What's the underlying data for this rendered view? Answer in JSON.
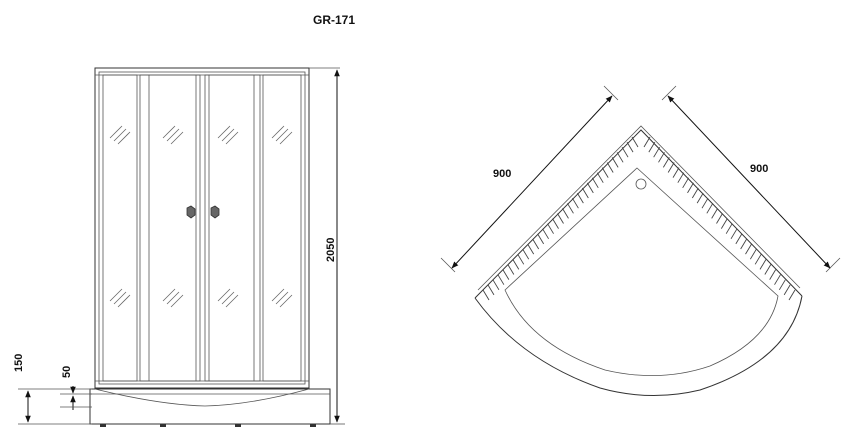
{
  "title": "GR-171",
  "front_view": {
    "height_label": "2050",
    "tray_height_label": "150",
    "step_height_label": "50"
  },
  "top_view": {
    "side_a_label": "900",
    "side_b_label": "900"
  }
}
